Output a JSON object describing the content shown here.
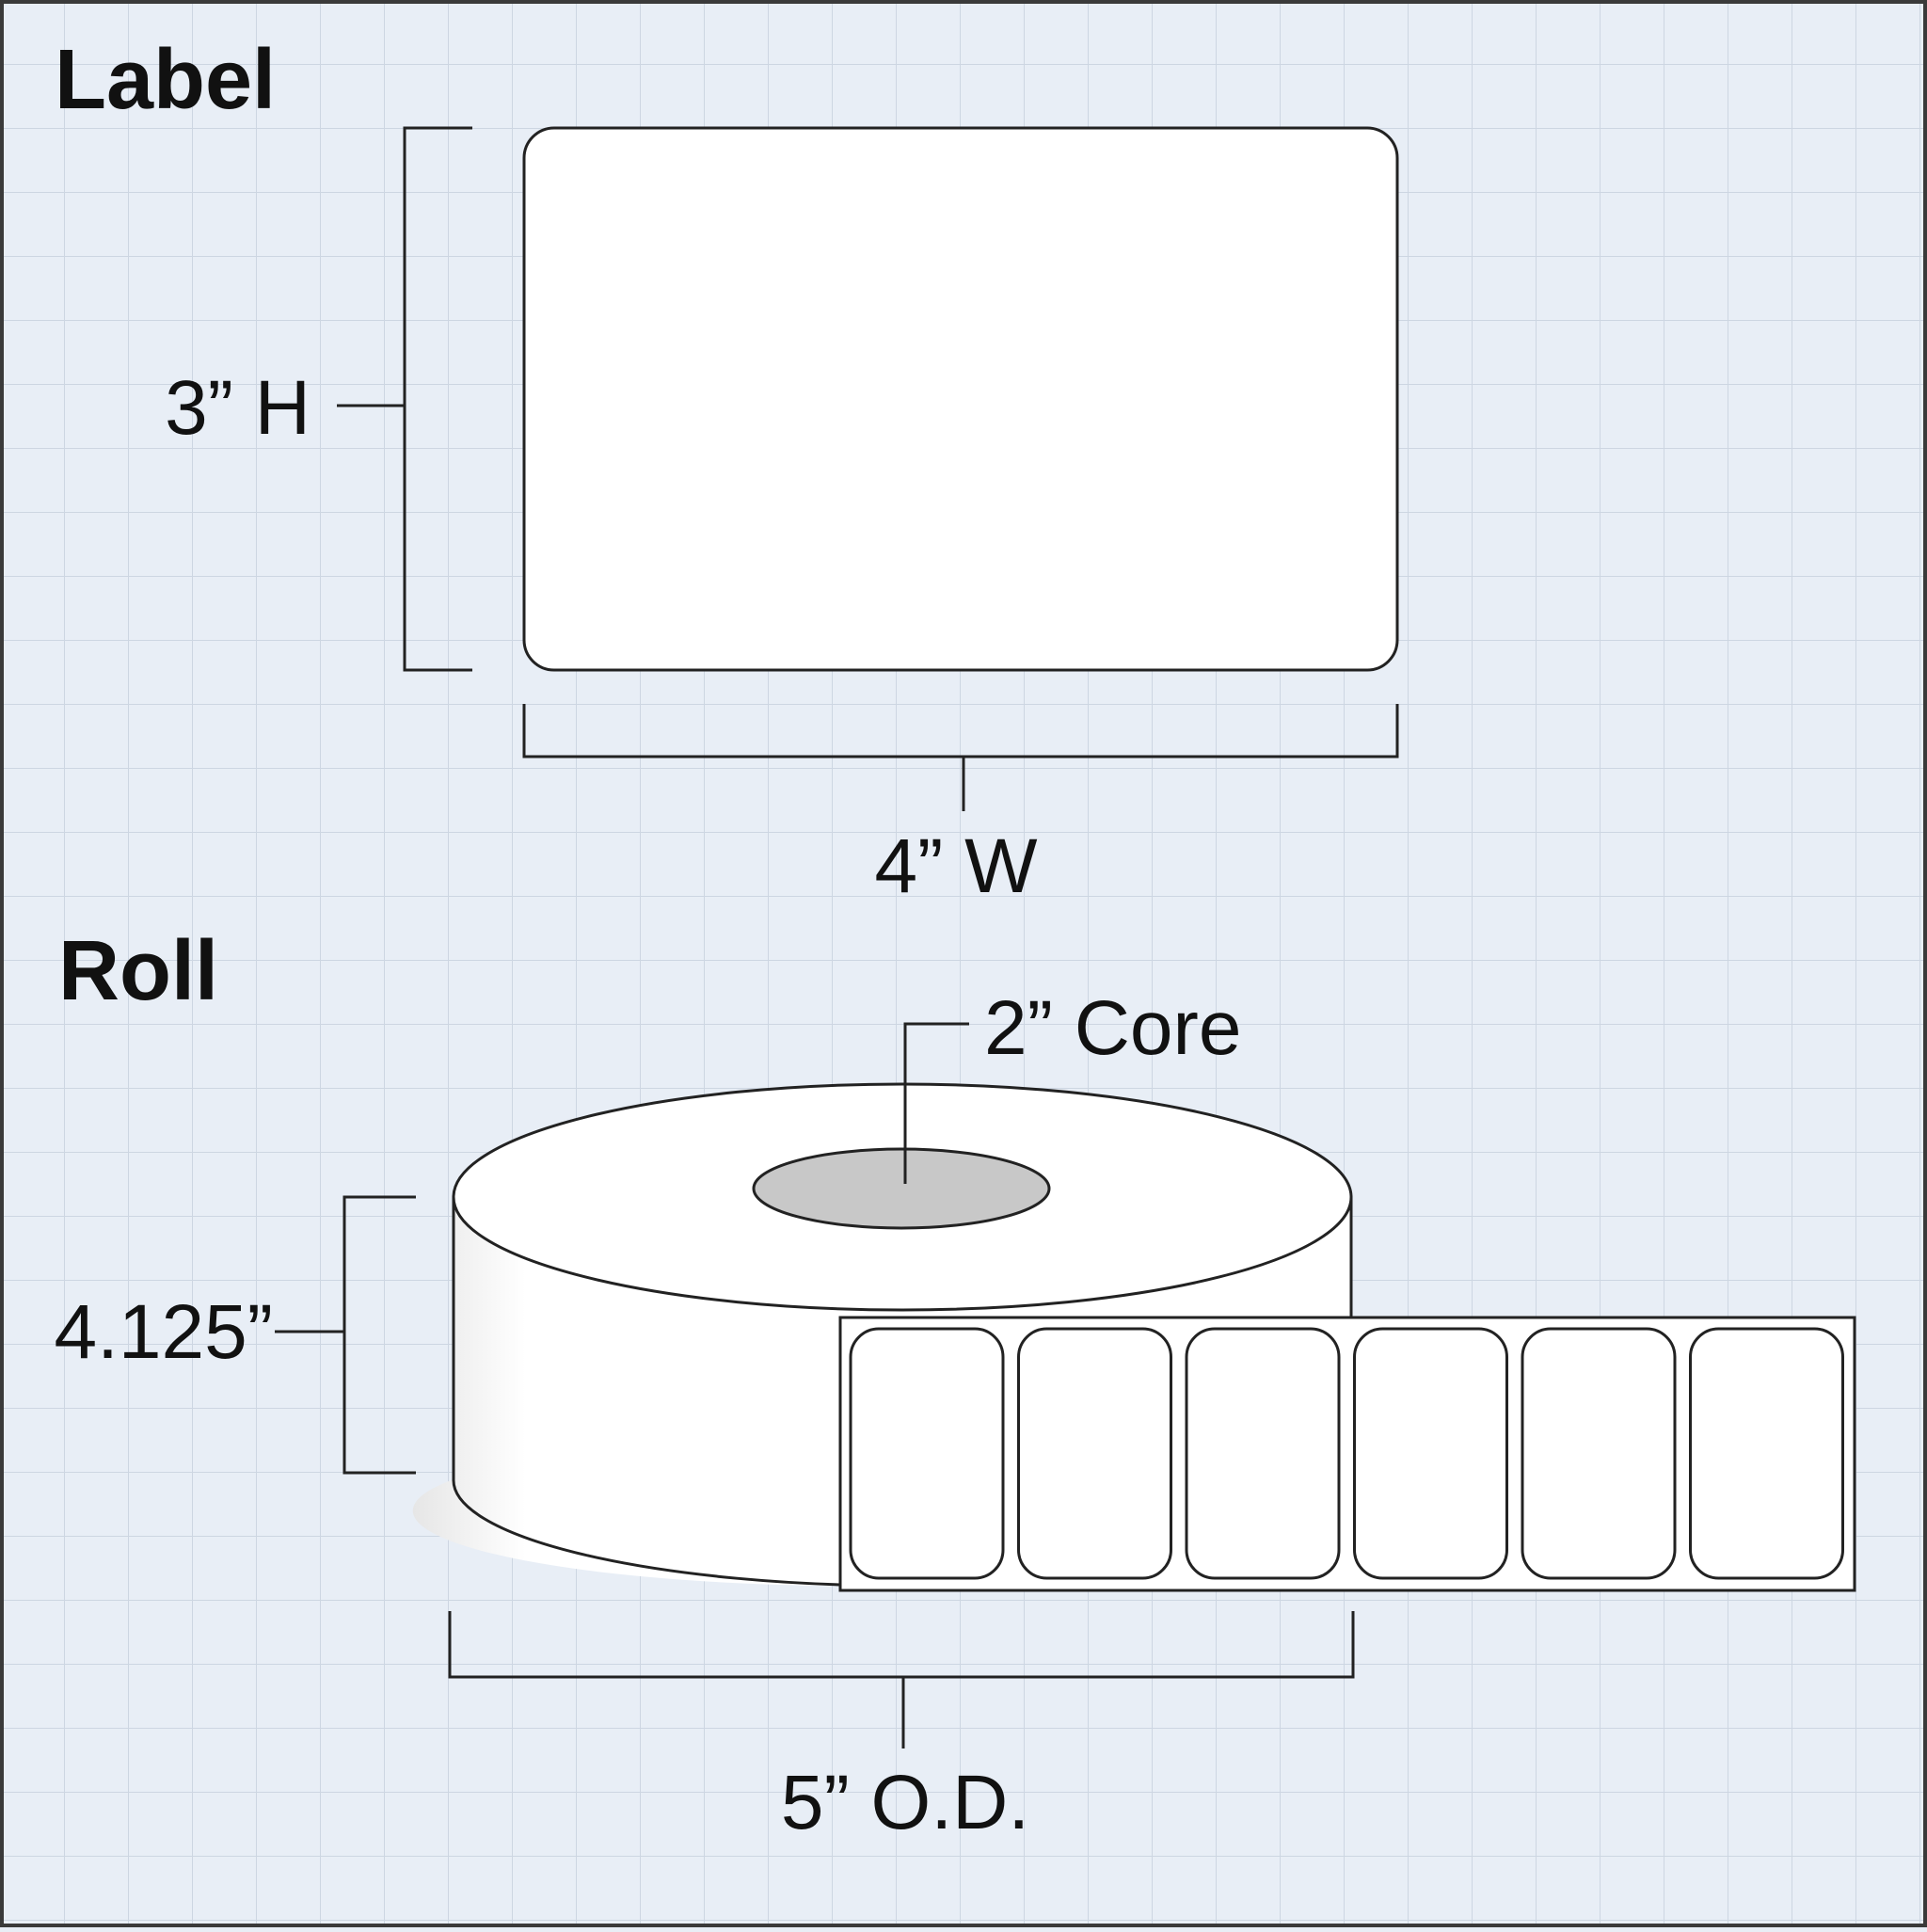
{
  "label_section": {
    "title": "Label",
    "height_label": "3” H",
    "width_label": "4” W"
  },
  "roll_section": {
    "title": "Roll",
    "core_label": "2” Core",
    "width_label": "4.125”",
    "diameter_label": "5” O.D.",
    "labels_on_strip": 6
  },
  "colors": {
    "background": "#e8eef6",
    "grid": "#cdd6e2",
    "label_fill": "#ffffff",
    "core_fill": "#c8c8c8",
    "outline": "#222222"
  }
}
